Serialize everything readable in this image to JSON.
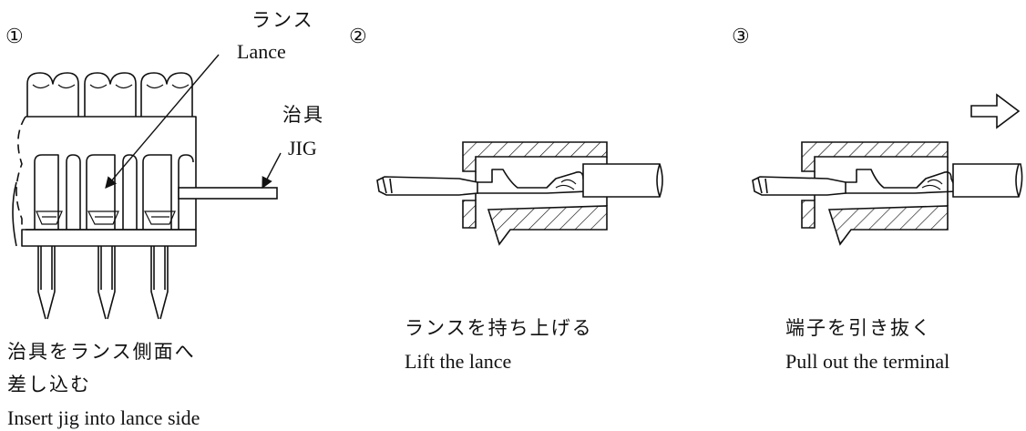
{
  "steps": [
    {
      "number": "①",
      "label_jp": [
        "治具をランス側面へ",
        "差し込む"
      ],
      "label_en": "Insert jig into lance side",
      "callouts": [
        {
          "jp": "ランス",
          "en": "Lance"
        },
        {
          "jp": "治具",
          "en": "JIG"
        }
      ]
    },
    {
      "number": "②",
      "label_jp": [
        "ランスを持ち上げる"
      ],
      "label_en": "Lift the lance"
    },
    {
      "number": "③",
      "label_jp": [
        "端子を引き抜く"
      ],
      "label_en": "Pull out the terminal"
    }
  ],
  "icons": [
    "arrow-right-icon"
  ]
}
